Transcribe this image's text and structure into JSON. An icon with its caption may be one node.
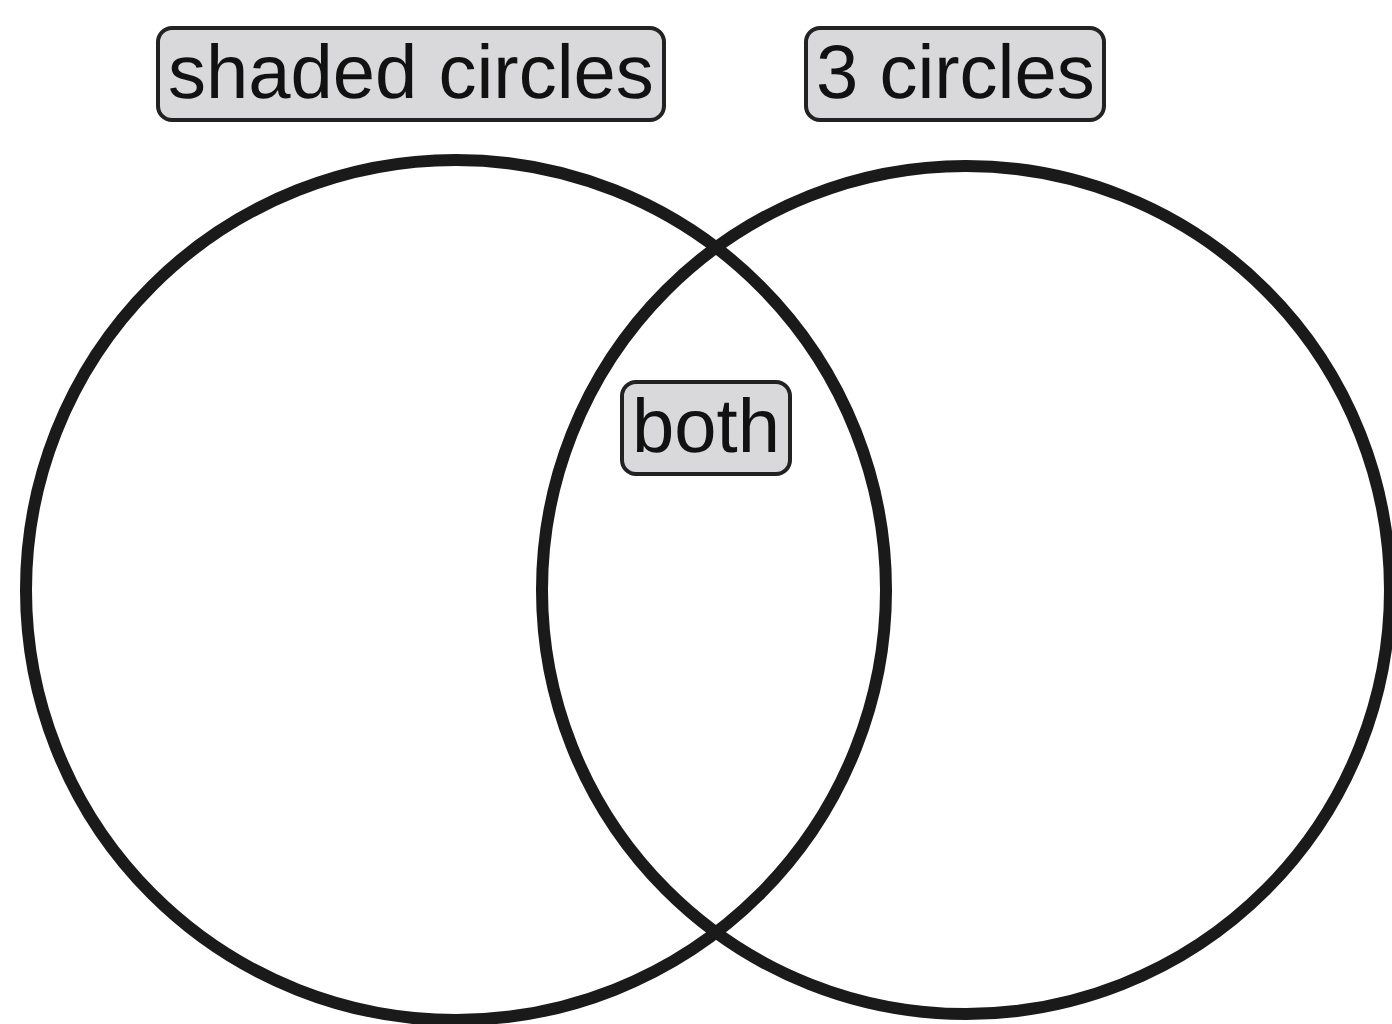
{
  "diagram": {
    "nodes": [
      {
        "text": [
          "shaded circles"
        ]
      },
      {
        "text": [
          "3 circles"
        ]
      },
      {
        "text": [
          "both"
        ]
      }
    ],
    "edges": []
  }
}
